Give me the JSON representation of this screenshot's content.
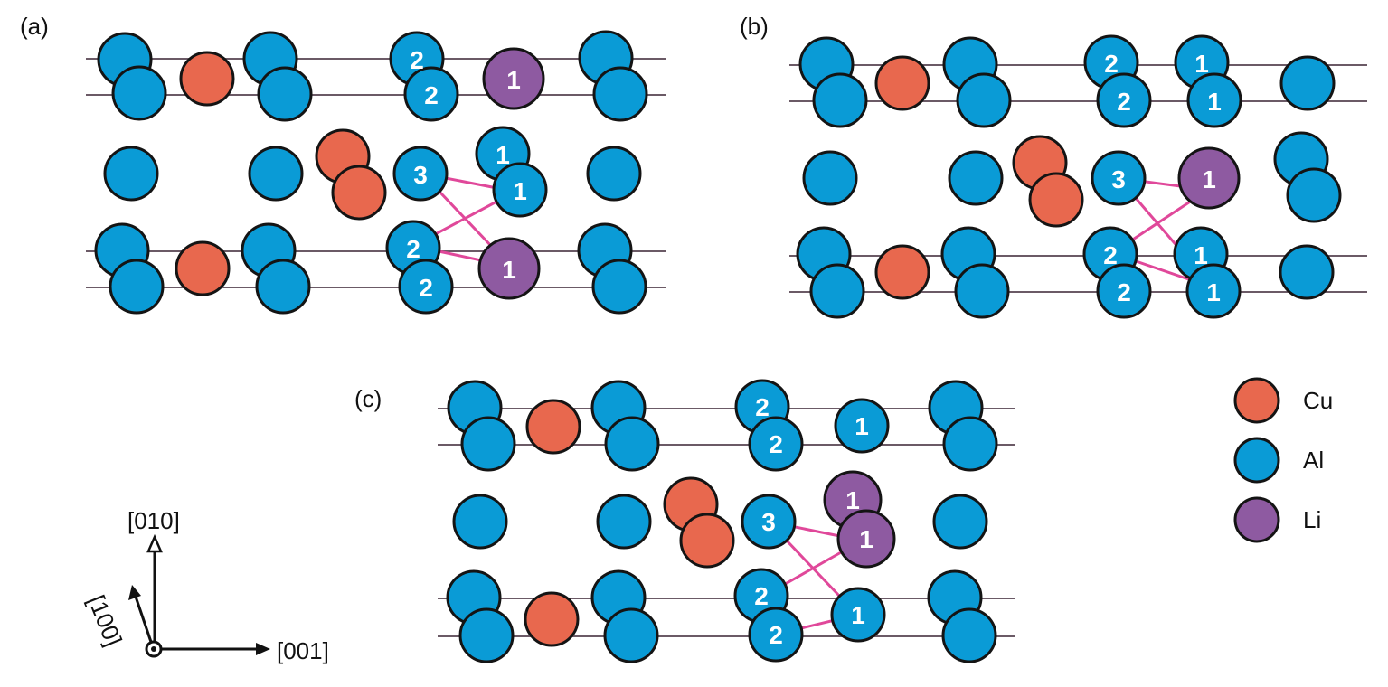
{
  "panels": [
    {
      "label": "(a)"
    },
    {
      "label": "(b)"
    },
    {
      "label": "(c)"
    }
  ],
  "legend": [
    {
      "label": "Cu",
      "color": "#E8684E"
    },
    {
      "label": "Al",
      "color": "#0A9BD6"
    },
    {
      "label": "Li",
      "color": "#8E5AA1"
    }
  ],
  "axes": {
    "vertical": "[010]",
    "diagonal": "[100]",
    "horizontal": "[001]"
  },
  "colors": {
    "Cu": "#E8684E",
    "Al": "#0A9BD6",
    "Li": "#8E5AA1",
    "bond": "#E0489A",
    "plane": "#6b5a66"
  }
}
